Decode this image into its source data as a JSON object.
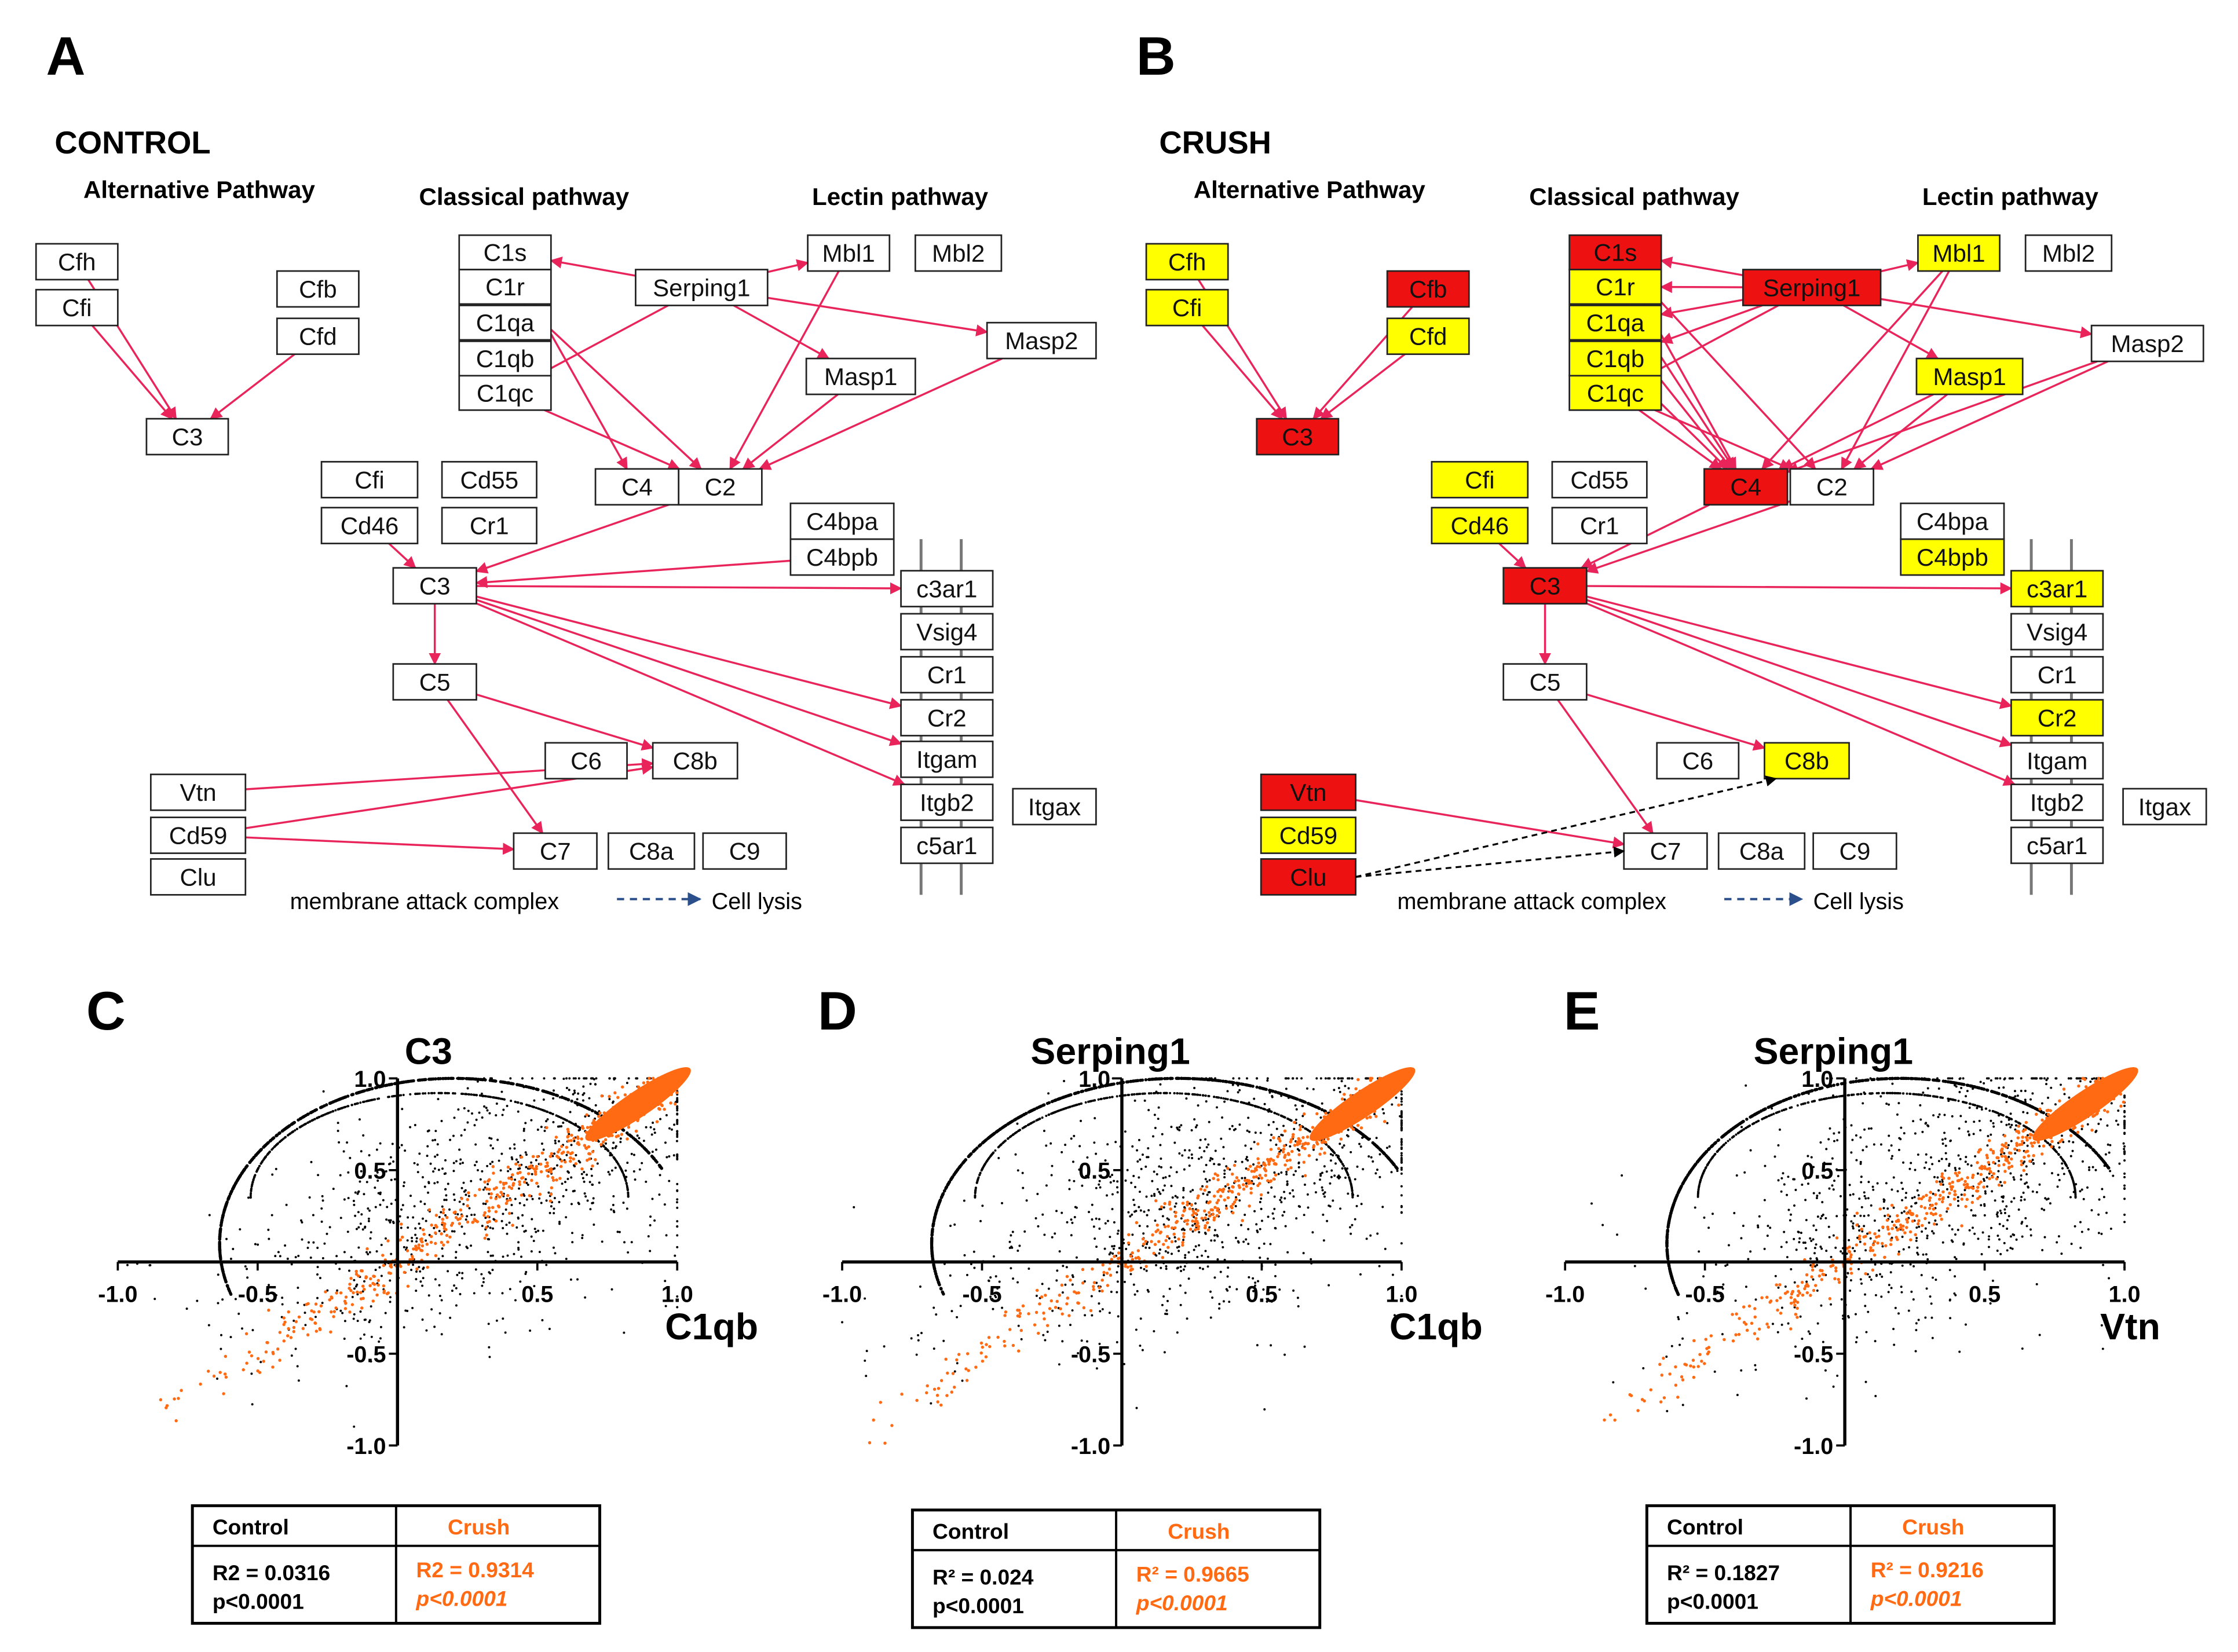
{
  "panel_letters": [
    "A",
    "B",
    "C",
    "D",
    "E"
  ],
  "panel_a": {
    "header": "CONTROL",
    "alternative_label": "Alternative Pathway",
    "classical_label": "Classical pathway",
    "lectin_label": "Lectin pathway",
    "mac_label": "membrane attack complex",
    "lysis_label": "Cell lysis"
  },
  "panel_b": {
    "header": "CRUSH",
    "alternative_label": "Alternative Pathway",
    "classical_label": "Classical pathway",
    "lectin_label": "Lectin pathway",
    "mac_label": "membrane attack complex",
    "lysis_label": "Cell lysis"
  },
  "genes": {
    "cfh": "Cfh",
    "cfi": "Cfi",
    "cfb": "Cfb",
    "cfd": "Cfd",
    "c3": "C3",
    "c1s": "C1s",
    "c1r": "C1r",
    "c1qa": "C1qa",
    "c1qb": "C1qb",
    "c1qc": "C1qc",
    "serping1": "Serping1",
    "mbl1": "Mbl1",
    "mbl2": "Mbl2",
    "masp1": "Masp1",
    "masp2": "Masp2",
    "c4": "C4",
    "c2": "C2",
    "cd55": "Cd55",
    "cd46": "Cd46",
    "cr1": "Cr1",
    "c4bpa": "C4bpa",
    "c4bpb": "C4bpb",
    "c5": "C5",
    "c3ar1": "c3ar1",
    "vsig4": "Vsig4",
    "cr2": "Cr2",
    "itgam": "Itgam",
    "itgb2": "Itgb2",
    "itgax": "Itgax",
    "c5ar1": "c5ar1",
    "c6": "C6",
    "c8b": "C8b",
    "vtn": "Vtn",
    "cd59": "Cd59",
    "clu": "Clu",
    "c7": "C7",
    "c8a": "C8a",
    "c9": "C9"
  },
  "crush_status": {
    "cfh": "up_moderate",
    "cfi": "up_moderate",
    "cfb": "up_strong",
    "cfd": "up_moderate",
    "c3": "up_strong",
    "c1s": "up_strong",
    "c1r": "up_moderate",
    "c1qa": "up_moderate",
    "c1qb": "up_moderate",
    "c1qc": "up_moderate",
    "serping1": "up_strong",
    "mbl1": "up_moderate",
    "masp1": "up_moderate",
    "c4": "up_strong",
    "cfi_reg": "up_moderate",
    "cd46": "up_moderate",
    "c4bpb": "up_moderate",
    "c3ar1": "up_moderate",
    "cr2": "up_moderate",
    "c8b": "up_moderate",
    "vtn": "up_strong",
    "cd59": "up_moderate",
    "clu": "up_strong"
  },
  "colors": {
    "edge": "#e8245a",
    "up_strong": "#ee1111",
    "up_moderate": "#ffff00",
    "control_points": "#000000",
    "crush_points": "#ff6a13",
    "lysis_arrow": "#2b4f8a"
  },
  "scatter_panels": [
    {
      "id": "C",
      "ylabel": "C3",
      "xlabel": "C1qb",
      "tick_labels": [
        "-1.0",
        "-0.5",
        "0.5",
        "1.0"
      ],
      "ytick_labels": [
        "1.0",
        "0.5",
        "-0.5",
        "-1.0"
      ],
      "table": {
        "control_header": "Control",
        "crush_header": "Crush",
        "control_r2_prefix": "R2 = ",
        "control_r2": "0.0316",
        "control_p": "p<0.0001",
        "crush_r2_prefix": "R2 = ",
        "crush_r2": "0.9314",
        "crush_p": "p<0.0001"
      }
    },
    {
      "id": "D",
      "ylabel": "Serping1",
      "xlabel": "C1qb",
      "tick_labels": [
        "-1.0",
        "-0.5",
        "0.5",
        "1.0"
      ],
      "ytick_labels": [
        "1.0",
        "0.5",
        "-0.5",
        "-1.0"
      ],
      "table": {
        "control_header": "Control",
        "crush_header": "Crush",
        "control_r2_prefix": "R² = ",
        "control_r2": "0.024",
        "control_p": "p<0.0001",
        "crush_r2_prefix": "R² = ",
        "crush_r2": "0.9665",
        "crush_p": "p<0.0001"
      }
    },
    {
      "id": "E",
      "ylabel": "Serping1",
      "xlabel": "Vtn",
      "tick_labels": [
        "-1.0",
        "-0.5",
        "0.5",
        "1.0"
      ],
      "ytick_labels": [
        "1.0",
        "0.5",
        "-0.5",
        "-1.0"
      ],
      "table": {
        "control_header": "Control",
        "crush_header": "Crush",
        "control_r2_prefix": "R² = ",
        "control_r2": "0.1827",
        "control_p": "p<0.0001",
        "crush_r2_prefix": "R² = ",
        "crush_r2": "0.9216",
        "crush_p": "p<0.0001"
      }
    }
  ],
  "chart_data": [
    {
      "panel": "C",
      "type": "scatter",
      "xlabel": "C1qb",
      "ylabel": "C3",
      "xlim": [
        -1,
        1
      ],
      "ylim": [
        -1,
        1
      ],
      "series": [
        {
          "name": "Control",
          "r2": 0.0316,
          "p": "<0.0001"
        },
        {
          "name": "Crush",
          "r2": 0.9314,
          "p": "<0.0001"
        }
      ]
    },
    {
      "panel": "D",
      "type": "scatter",
      "xlabel": "C1qb",
      "ylabel": "Serping1",
      "xlim": [
        -1,
        1
      ],
      "ylim": [
        -1,
        1
      ],
      "series": [
        {
          "name": "Control",
          "r2": 0.024,
          "p": "<0.0001"
        },
        {
          "name": "Crush",
          "r2": 0.9665,
          "p": "<0.0001"
        }
      ]
    },
    {
      "panel": "E",
      "type": "scatter",
      "xlabel": "Vtn",
      "ylabel": "Serping1",
      "xlim": [
        -1,
        1
      ],
      "ylim": [
        -1,
        1
      ],
      "series": [
        {
          "name": "Control",
          "r2": 0.1827,
          "p": "<0.0001"
        },
        {
          "name": "Crush",
          "r2": 0.9216,
          "p": "<0.0001"
        }
      ]
    }
  ]
}
